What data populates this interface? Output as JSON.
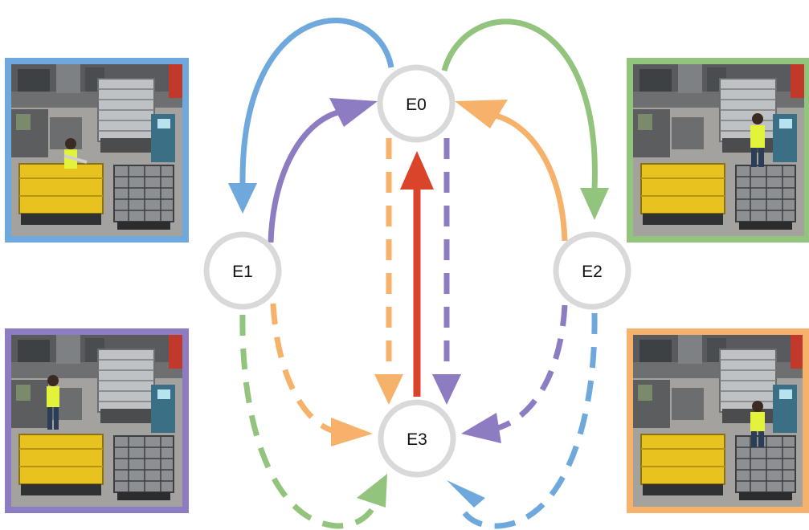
{
  "nodes": [
    {
      "id": "E0",
      "label": "E0"
    },
    {
      "id": "E1",
      "label": "E1"
    },
    {
      "id": "E2",
      "label": "E2"
    },
    {
      "id": "E3",
      "label": "E3"
    }
  ],
  "colors": {
    "blue": "#6FA8DC",
    "green": "#93C47D",
    "orange": "#F6B26B",
    "purple": "#8E7CC3",
    "red": "#D9442B",
    "node_border": "#D9D9D9",
    "floor": "#9a9a98",
    "bin_yellow": "#E8C21E",
    "worker_vest": "#E3F23A"
  },
  "panels": [
    {
      "id": "top-left",
      "border_color": "blue",
      "worker_pose": "in-bin"
    },
    {
      "id": "bottom-left",
      "border_color": "purple",
      "worker_pose": "standing-left"
    },
    {
      "id": "top-right",
      "border_color": "green",
      "worker_pose": "at-station"
    },
    {
      "id": "bottom-right",
      "border_color": "orange",
      "worker_pose": "at-cart"
    }
  ],
  "edges": [
    {
      "from": "E0",
      "to": "E1",
      "color": "blue",
      "style": "solid"
    },
    {
      "from": "E1",
      "to": "E0",
      "color": "purple",
      "style": "solid"
    },
    {
      "from": "E0",
      "to": "E2",
      "color": "green",
      "style": "solid"
    },
    {
      "from": "E2",
      "to": "E0",
      "color": "orange",
      "style": "solid"
    },
    {
      "from": "E3",
      "to": "E0",
      "color": "red",
      "style": "solid"
    },
    {
      "from": "E0",
      "to": "E3",
      "color": "orange",
      "style": "dashed"
    },
    {
      "from": "E0",
      "to": "E3",
      "color": "purple",
      "style": "dashed"
    },
    {
      "from": "E1",
      "to": "E3",
      "color": "orange",
      "style": "dashed"
    },
    {
      "from": "E1",
      "to": "E3",
      "color": "green",
      "style": "dashed"
    },
    {
      "from": "E2",
      "to": "E3",
      "color": "purple",
      "style": "dashed"
    },
    {
      "from": "E2",
      "to": "E3",
      "color": "blue",
      "style": "dashed"
    }
  ]
}
